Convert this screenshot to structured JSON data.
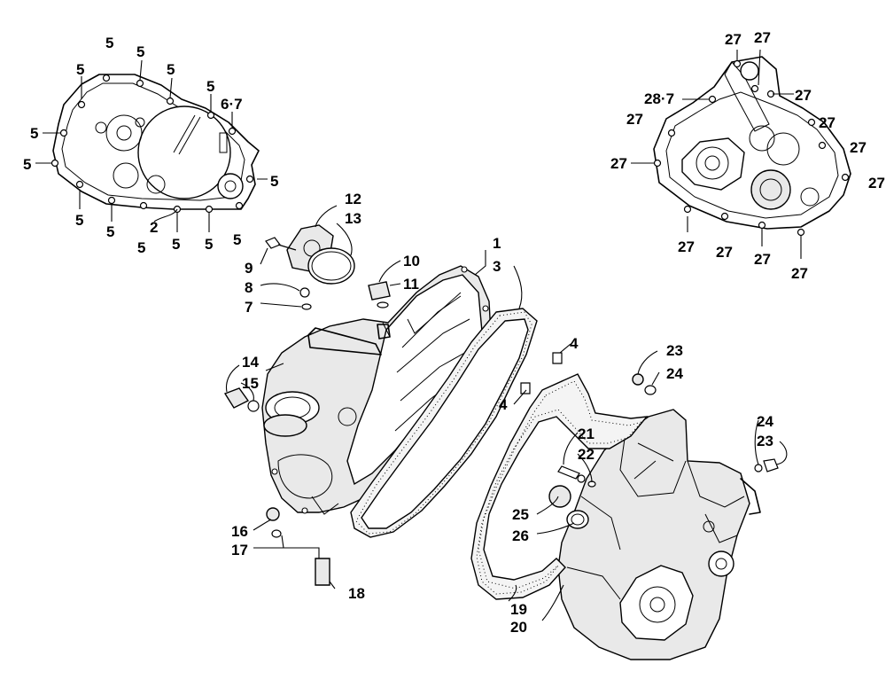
{
  "labels": [
    {
      "id": "lbl-5-a",
      "text": "5"
    },
    {
      "id": "lbl-5-b",
      "text": "5"
    },
    {
      "id": "lbl-5-c",
      "text": "5"
    },
    {
      "id": "lbl-5-d",
      "text": "5"
    },
    {
      "id": "lbl-5-e",
      "text": "5"
    },
    {
      "id": "lbl-6-7",
      "text": "6·7"
    },
    {
      "id": "lbl-5-f",
      "text": "5"
    },
    {
      "id": "lbl-5-g",
      "text": "5"
    },
    {
      "id": "lbl-5-h",
      "text": "5"
    },
    {
      "id": "lbl-5-i",
      "text": "5"
    },
    {
      "id": "lbl-5-j",
      "text": "5"
    },
    {
      "id": "lbl-2",
      "text": "2"
    },
    {
      "id": "lbl-5-k",
      "text": "5"
    },
    {
      "id": "lbl-5-l",
      "text": "5"
    },
    {
      "id": "lbl-5-m",
      "text": "5"
    },
    {
      "id": "lbl-5-n",
      "text": "5"
    },
    {
      "id": "lbl-12",
      "text": "12"
    },
    {
      "id": "lbl-13",
      "text": "13"
    },
    {
      "id": "lbl-9",
      "text": "9"
    },
    {
      "id": "lbl-8",
      "text": "8"
    },
    {
      "id": "lbl-7",
      "text": "7"
    },
    {
      "id": "lbl-10",
      "text": "10"
    },
    {
      "id": "lbl-11",
      "text": "11"
    },
    {
      "id": "lbl-1",
      "text": "1"
    },
    {
      "id": "lbl-3",
      "text": "3"
    },
    {
      "id": "lbl-4-a",
      "text": "4"
    },
    {
      "id": "lbl-4-b",
      "text": "4"
    },
    {
      "id": "lbl-14",
      "text": "14"
    },
    {
      "id": "lbl-15",
      "text": "15"
    },
    {
      "id": "lbl-16",
      "text": "16"
    },
    {
      "id": "lbl-17",
      "text": "17"
    },
    {
      "id": "lbl-18",
      "text": "18"
    },
    {
      "id": "lbl-23-a",
      "text": "23"
    },
    {
      "id": "lbl-24-a",
      "text": "24"
    },
    {
      "id": "lbl-21",
      "text": "21"
    },
    {
      "id": "lbl-22",
      "text": "22"
    },
    {
      "id": "lbl-25",
      "text": "25"
    },
    {
      "id": "lbl-26",
      "text": "26"
    },
    {
      "id": "lbl-24-b",
      "text": "24"
    },
    {
      "id": "lbl-23-b",
      "text": "23"
    },
    {
      "id": "lbl-19",
      "text": "19"
    },
    {
      "id": "lbl-20",
      "text": "20"
    },
    {
      "id": "lbl-27-a",
      "text": "27"
    },
    {
      "id": "lbl-27-b",
      "text": "27"
    },
    {
      "id": "lbl-28-7",
      "text": "28·7"
    },
    {
      "id": "lbl-27-c",
      "text": "27"
    },
    {
      "id": "lbl-27-d",
      "text": "27"
    },
    {
      "id": "lbl-27-e",
      "text": "27"
    },
    {
      "id": "lbl-27-f",
      "text": "27"
    },
    {
      "id": "lbl-27-g",
      "text": "27"
    },
    {
      "id": "lbl-27-h",
      "text": "27"
    },
    {
      "id": "lbl-27-i",
      "text": "27"
    },
    {
      "id": "lbl-27-j",
      "text": "27"
    },
    {
      "id": "lbl-27-k",
      "text": "27"
    },
    {
      "id": "lbl-27-l",
      "text": "27"
    }
  ]
}
